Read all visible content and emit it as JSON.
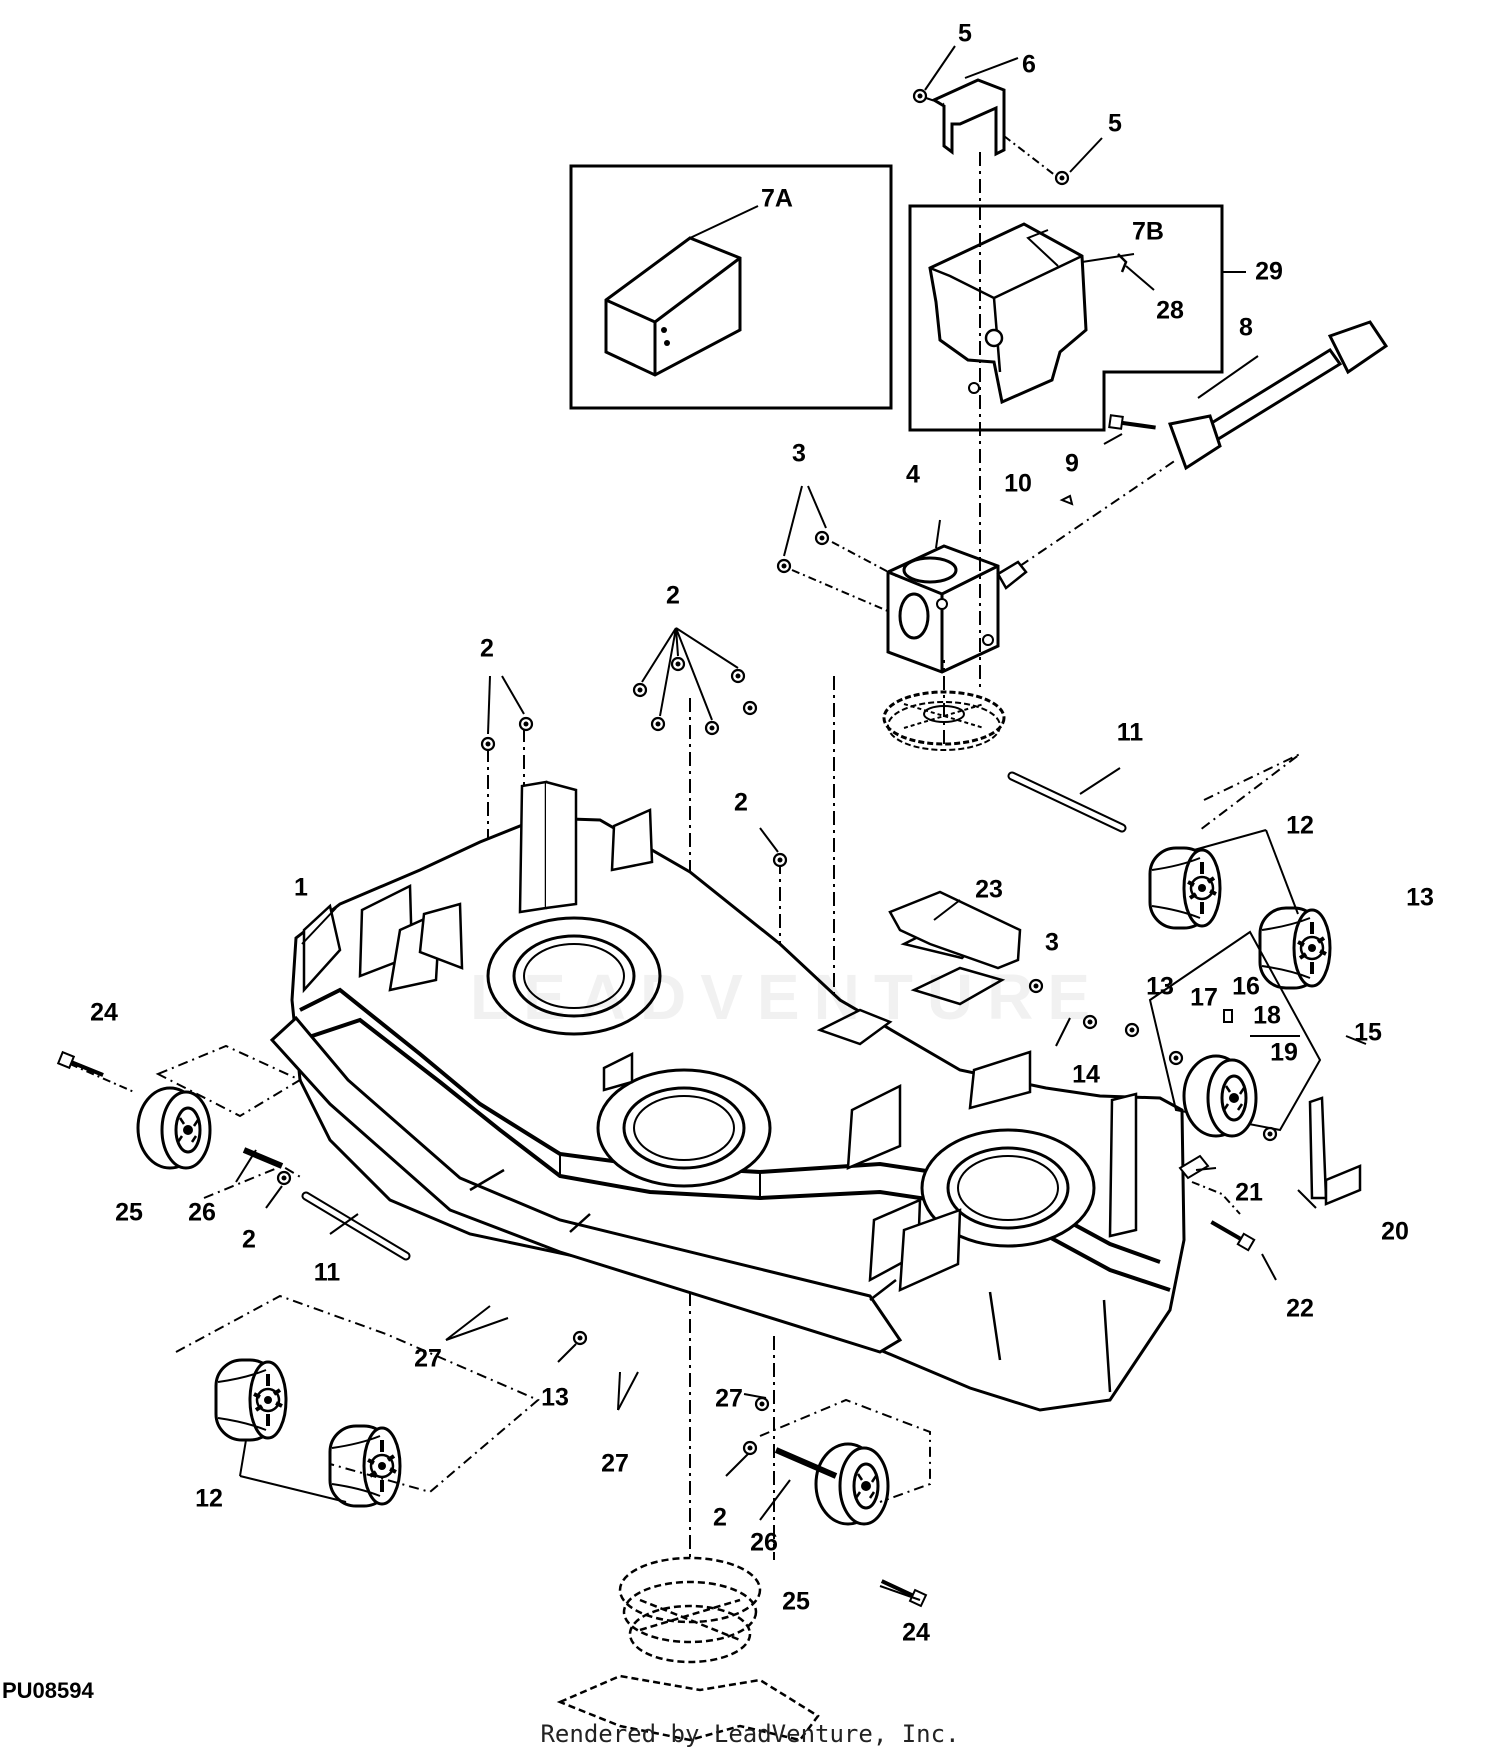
{
  "diagram": {
    "figure_code": "PU08594",
    "footer_credit": "Rendered by LeadVenture, Inc.",
    "watermark_text": "LEADVENTURE",
    "callouts": [
      {
        "id": "c5a",
        "text": "5"
      },
      {
        "id": "c6",
        "text": "6"
      },
      {
        "id": "c5b",
        "text": "5"
      },
      {
        "id": "c7a",
        "text": "7A"
      },
      {
        "id": "c7b",
        "text": "7B"
      },
      {
        "id": "c29",
        "text": "29"
      },
      {
        "id": "c28",
        "text": "28"
      },
      {
        "id": "c8",
        "text": "8"
      },
      {
        "id": "c3a",
        "text": "3"
      },
      {
        "id": "c4",
        "text": "4"
      },
      {
        "id": "c9",
        "text": "9"
      },
      {
        "id": "c10",
        "text": "10"
      },
      {
        "id": "c2a",
        "text": "2"
      },
      {
        "id": "c2b",
        "text": "2"
      },
      {
        "id": "c2c",
        "text": "2"
      },
      {
        "id": "c11a",
        "text": "11"
      },
      {
        "id": "c12a",
        "text": "12"
      },
      {
        "id": "c13a",
        "text": "13"
      },
      {
        "id": "c1",
        "text": "1"
      },
      {
        "id": "c23",
        "text": "23"
      },
      {
        "id": "c3b",
        "text": "3"
      },
      {
        "id": "c13b",
        "text": "13"
      },
      {
        "id": "c17",
        "text": "17"
      },
      {
        "id": "c16",
        "text": "16"
      },
      {
        "id": "c18",
        "text": "18"
      },
      {
        "id": "c15",
        "text": "15"
      },
      {
        "id": "c19",
        "text": "19"
      },
      {
        "id": "c14",
        "text": "14"
      },
      {
        "id": "c24a",
        "text": "24"
      },
      {
        "id": "c25a",
        "text": "25"
      },
      {
        "id": "c26a",
        "text": "26"
      },
      {
        "id": "c2d",
        "text": "2"
      },
      {
        "id": "c11b",
        "text": "11"
      },
      {
        "id": "c21",
        "text": "21"
      },
      {
        "id": "c20",
        "text": "20"
      },
      {
        "id": "c22",
        "text": "22"
      },
      {
        "id": "c27a",
        "text": "27"
      },
      {
        "id": "c13c",
        "text": "13"
      },
      {
        "id": "c27b",
        "text": "27"
      },
      {
        "id": "c27c",
        "text": "27"
      },
      {
        "id": "c12b",
        "text": "12"
      },
      {
        "id": "c2e",
        "text": "2"
      },
      {
        "id": "c26b",
        "text": "26"
      },
      {
        "id": "c25b",
        "text": "25"
      },
      {
        "id": "c24b",
        "text": "24"
      }
    ]
  }
}
